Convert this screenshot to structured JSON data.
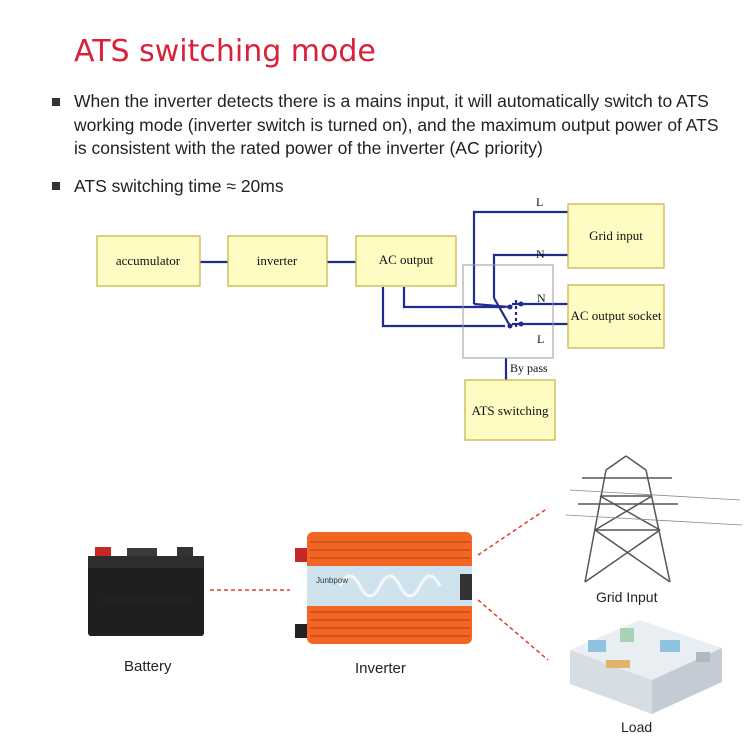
{
  "title": "ATS switching mode",
  "bullets": [
    " When the inverter detects there is a mains input, it will automatically switch to ATS working mode (inverter switch is turned on), and the maximum output power of ATS is consistent with the rated power of the inverter (AC priority)",
    "ATS switching time ≈ 20ms"
  ],
  "diagram": {
    "blocks": {
      "accumulator": "accumulator",
      "inverter": "inverter",
      "ac_output": "AC output",
      "grid_input": "Grid input",
      "ac_output_socket": "AC output socket",
      "ats_switching": "ATS switching"
    },
    "labels": {
      "l_top": "L",
      "n_top": "N",
      "n_mid": "N",
      "l_bottom": "L",
      "bypass": "By pass"
    }
  },
  "illustration": {
    "battery_caption": "Battery",
    "inverter_caption": "Inverter",
    "grid_caption": "Grid Input",
    "load_caption": "Load",
    "inverter_brand": "Junbpow"
  },
  "colors": {
    "title": "#d8213a",
    "block_fill": "#fefcc2",
    "block_border": "#c9b74a",
    "wire": "#1f2c8f",
    "inverter_orange": "#f26522",
    "dashed": "#e23b2e"
  }
}
